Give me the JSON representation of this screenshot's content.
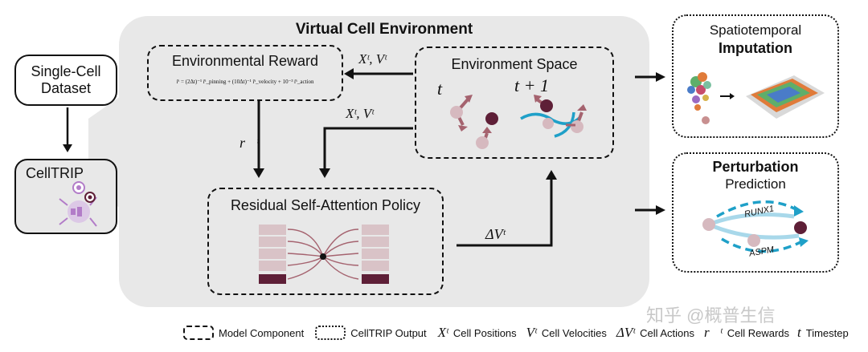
{
  "panel_title": "Virtual Cell Environment",
  "input": {
    "dataset": "Single-Cell\nDataset",
    "celltrip": "CellTRIP"
  },
  "env_reward": {
    "title": "Environmental Reward",
    "formula": "r̄ᵗ = (2Δt)⁻¹ r̄ᵗ_pinning + (10Δt)⁻¹ r̄ᵗ_velocity + 10⁻³ r̄ᵗ_action"
  },
  "env_space": {
    "title": "Environment Space",
    "t_label": "t",
    "t1_label": "t + 1"
  },
  "policy": {
    "title": "Residual Self-Attention Policy"
  },
  "arrows": {
    "xv_top": "Xᵗ, Vᵗ",
    "xv_mid": "Xᵗ, Vᵗ",
    "reward": "r⃗ᵗ",
    "delta_v": "ΔVᵗ"
  },
  "outputs": {
    "imputation_line1": "Spatiotemporal",
    "imputation_line2": "Imputation",
    "perturbation_line1": "Perturbation",
    "perturbation_line2": "Prediction",
    "gene1": "RUNX1",
    "gene2": "ASPM"
  },
  "legend": {
    "model_component": "Model Component",
    "celltrip_output": "CellTRIP Output",
    "x_sym": "Xᵗ",
    "x_label": "Cell Positions",
    "v_sym": "Vᵗ",
    "v_label": "Cell Velocities",
    "dv_sym": "ΔVᵗ",
    "dv_label": "Cell Actions",
    "r_sym": "r⃗ᵗ",
    "r_label": "Cell Rewards",
    "t_sym": "t",
    "t_label": "Timestep"
  },
  "watermark": "知乎 @概普生信",
  "colors": {
    "panel": "#e8e8e8",
    "cell_light": "#d6b9bf",
    "cell_dark": "#5e1f37",
    "arrow_mauve": "#a5636f",
    "teal": "#1fa0c8",
    "purple": "#b27cc8"
  }
}
